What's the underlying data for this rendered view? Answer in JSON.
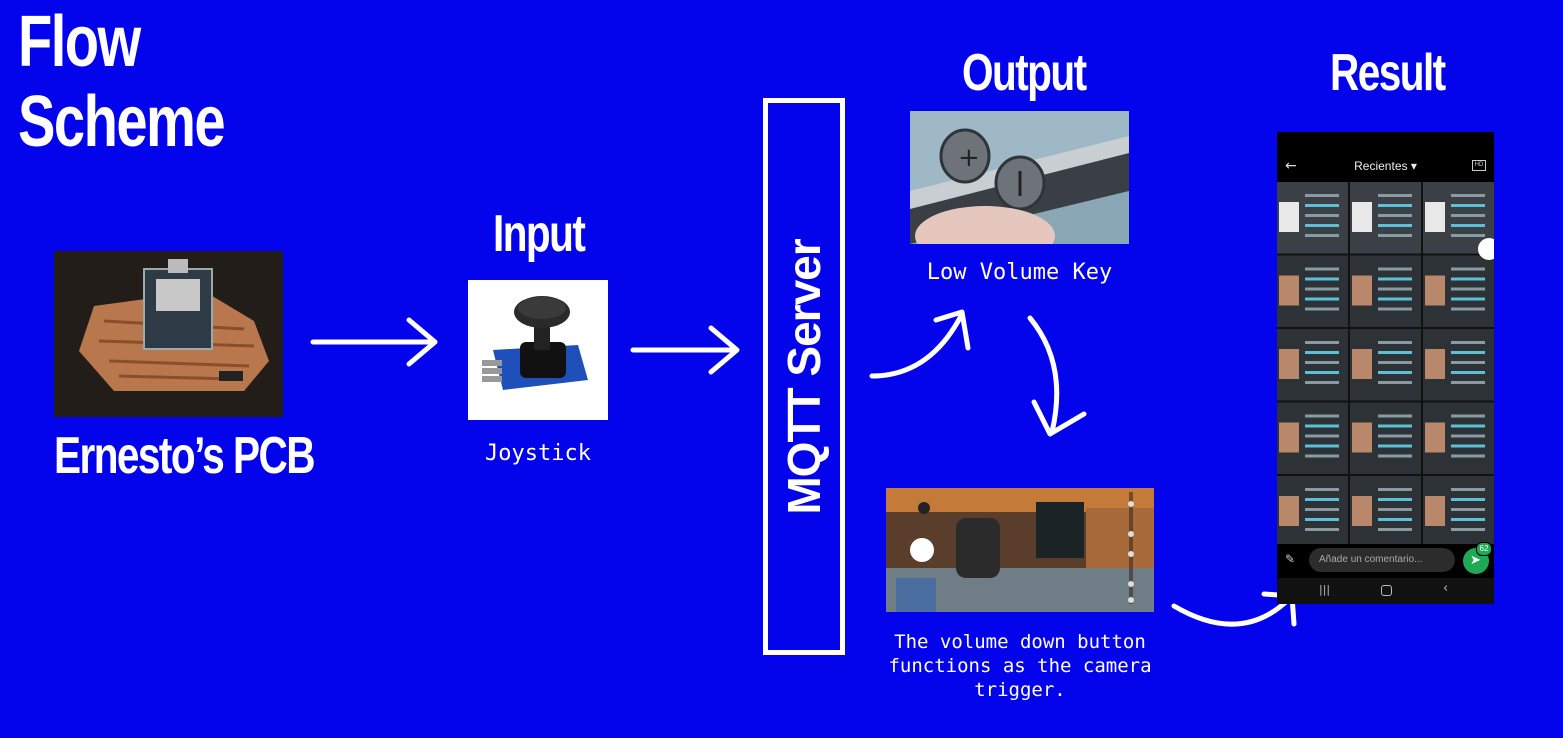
{
  "title": {
    "line1": "Flow",
    "line2": "Scheme"
  },
  "pcb": {
    "label": "Ernesto’s PCB"
  },
  "input": {
    "heading": "Input",
    "label": "Joystick"
  },
  "server": {
    "label": "MQTT Server"
  },
  "output": {
    "heading": "Output",
    "label": "Low Volume Key"
  },
  "camera": {
    "caption_line1": "The volume down button",
    "caption_line2": "functions as the camera",
    "caption_line3": "trigger."
  },
  "result": {
    "heading": "Result",
    "phone_header": "Recientes",
    "comment_placeholder": "Añade un comentario...",
    "badge": "62"
  },
  "colors": {
    "background": "#0404ec",
    "foreground": "#ffffff",
    "send_button": "#1fa855"
  }
}
